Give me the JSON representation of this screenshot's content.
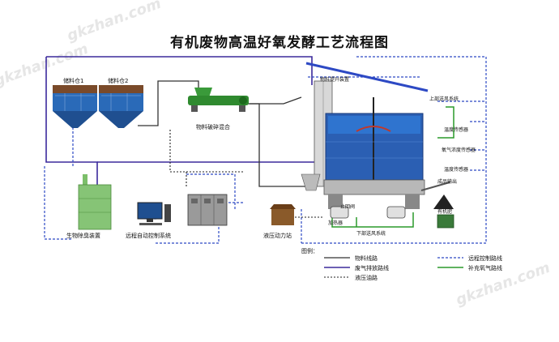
{
  "watermarks": [
    "gkzhan.com",
    "gkzhan.com",
    "gkzhan.com"
  ],
  "title": "有机废物高温好氧发酵工艺流程图",
  "labels": {
    "silo1": "储料仓1",
    "silo2": "储料仓2",
    "crusher": "物料破碎混合",
    "lift": "物料提升装置",
    "upper_fan": "上部送风系统",
    "temp_sensor1": "温度传感器",
    "oxygen_sensor": "氧气浓度传感器",
    "temp_sensor2": "温度传感器",
    "discharge": "成品输出",
    "organic_fertilizer": "有机肥",
    "deodorizer": "生物除臭装置",
    "remote_control": "远程自动控制系统",
    "hydraulic_station": "液压动力站",
    "heater": "加热器",
    "lower_fan": "下部送风系统",
    "stop_valve": "止回阀"
  },
  "legend": {
    "heading": "图例：",
    "material_line": "物料线路",
    "exhaust_line": "废气排放路线",
    "hydraulic_line": "液压油路",
    "remote_line": "远程控制路线",
    "oxygen_line": "补充氧气路线"
  },
  "colors": {
    "material": "#333333",
    "exhaust": "#3b2a9c",
    "hydraulic": "#222222",
    "remote": "#2d49c4",
    "oxygen": "#2a9a2a",
    "tank": "#2b5fb3",
    "silo": "#2a6ab8"
  }
}
